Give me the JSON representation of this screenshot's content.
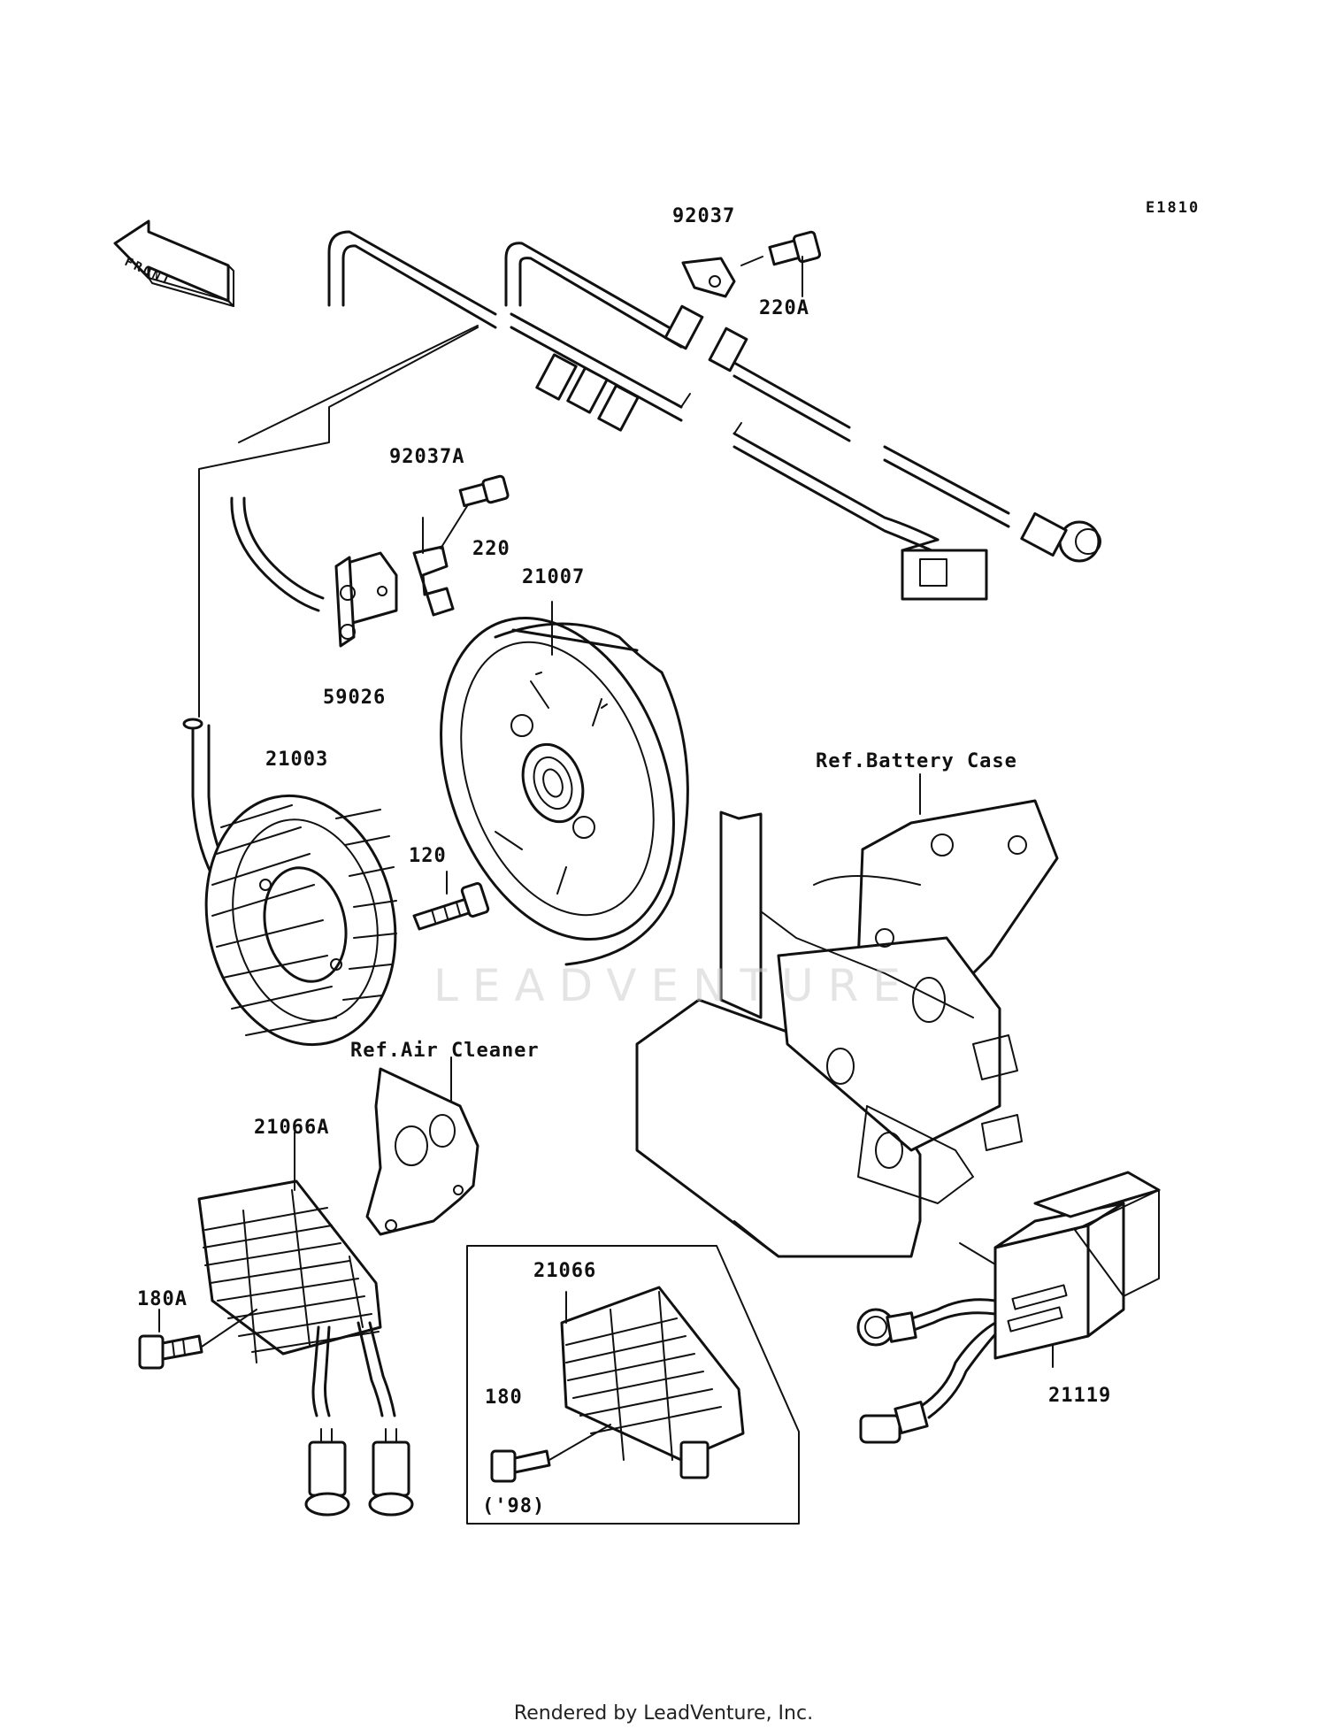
{
  "diagram_code": "E1810",
  "front_arrow_label": "FRONT",
  "watermark": "LEADVENTURE",
  "footer": "Rendered by LeadVenture, Inc.",
  "callouts": {
    "p92037": "92037",
    "p220A": "220A",
    "p92037A": "92037A",
    "p220": "220",
    "p21007": "21007",
    "p59026": "59026",
    "p21003": "21003",
    "p120": "120",
    "ref_battery_case": "Ref.Battery Case",
    "ref_air_cleaner": "Ref.Air Cleaner",
    "p21066A": "21066A",
    "p180A": "180A",
    "p21066": "21066",
    "p180": "180",
    "variant_98": "('98)",
    "p21119": "21119"
  }
}
